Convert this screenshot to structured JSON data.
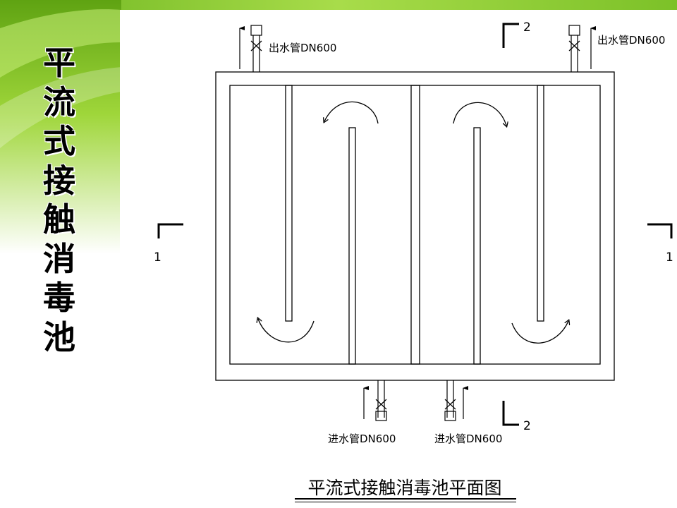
{
  "slide": {
    "side_title_chars": [
      "平",
      "流",
      "式",
      "接",
      "触",
      "消",
      "毒",
      "池"
    ]
  },
  "diagram": {
    "outlet_label": "出水管DN600",
    "inlet_label": "进水管DN600",
    "section_1_label": "1",
    "section_2_label": "2",
    "caption": "平流式接触消毒池平面图"
  }
}
